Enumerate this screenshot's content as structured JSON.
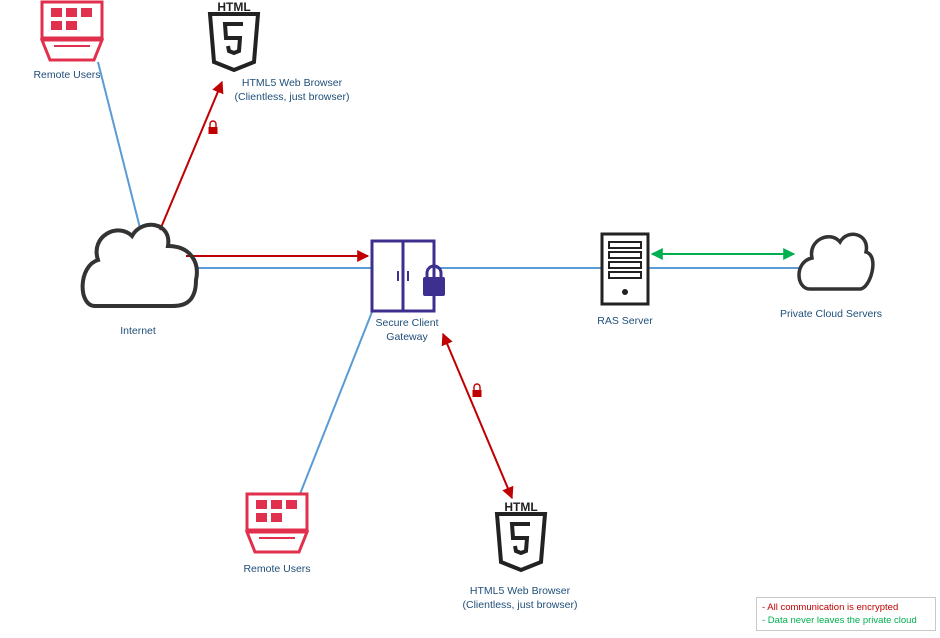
{
  "nodes": {
    "remote_users_top": {
      "label": "Remote Users"
    },
    "html5_top": {
      "label_line1": "HTML5 Web Browser",
      "label_line2": "(Clientless, just browser)",
      "badge": "HTML"
    },
    "internet": {
      "label": "Internet"
    },
    "gateway": {
      "label_line1": "Secure Client",
      "label_line2": "Gateway"
    },
    "ras_server": {
      "label": "RAS Server"
    },
    "private_cloud": {
      "label": "Private Cloud Servers"
    },
    "remote_users_bottom": {
      "label": "Remote Users"
    },
    "html5_bottom": {
      "label_line1": "HTML5 Web Browser",
      "label_line2": "(Clientless, just browser)",
      "badge": "HTML"
    }
  },
  "legend": {
    "encrypted": "- All communication is encrypted",
    "private": "- Data never leaves the private cloud"
  },
  "colors": {
    "link_blue": "#5b9bd5",
    "encrypted_red": "#c00000",
    "private_green": "#00b050",
    "remote_users_red": "#e0304e",
    "gateway_purple": "#3d2f8f",
    "label_text": "#1f4e79"
  },
  "icons": {
    "remote_users": "remote-users-icon",
    "html5": "html5-shield-icon",
    "cloud": "cloud-icon",
    "gateway": "gateway-door-lock-icon",
    "server": "server-tower-icon",
    "lock": "padlock-icon"
  }
}
